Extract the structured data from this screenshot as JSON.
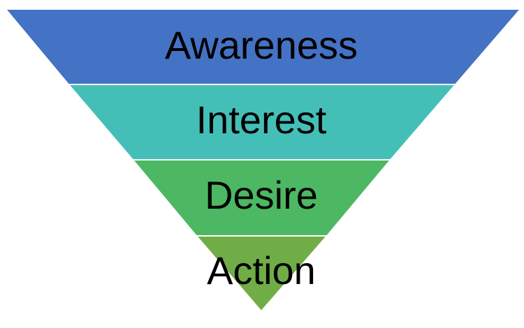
{
  "funnel": {
    "stages": [
      {
        "label": "Awareness",
        "color": "#4472C4"
      },
      {
        "label": "Interest",
        "color": "#44BFB8"
      },
      {
        "label": "Desire",
        "color": "#4CB863"
      },
      {
        "label": "Action",
        "color": "#70AD47"
      }
    ]
  }
}
